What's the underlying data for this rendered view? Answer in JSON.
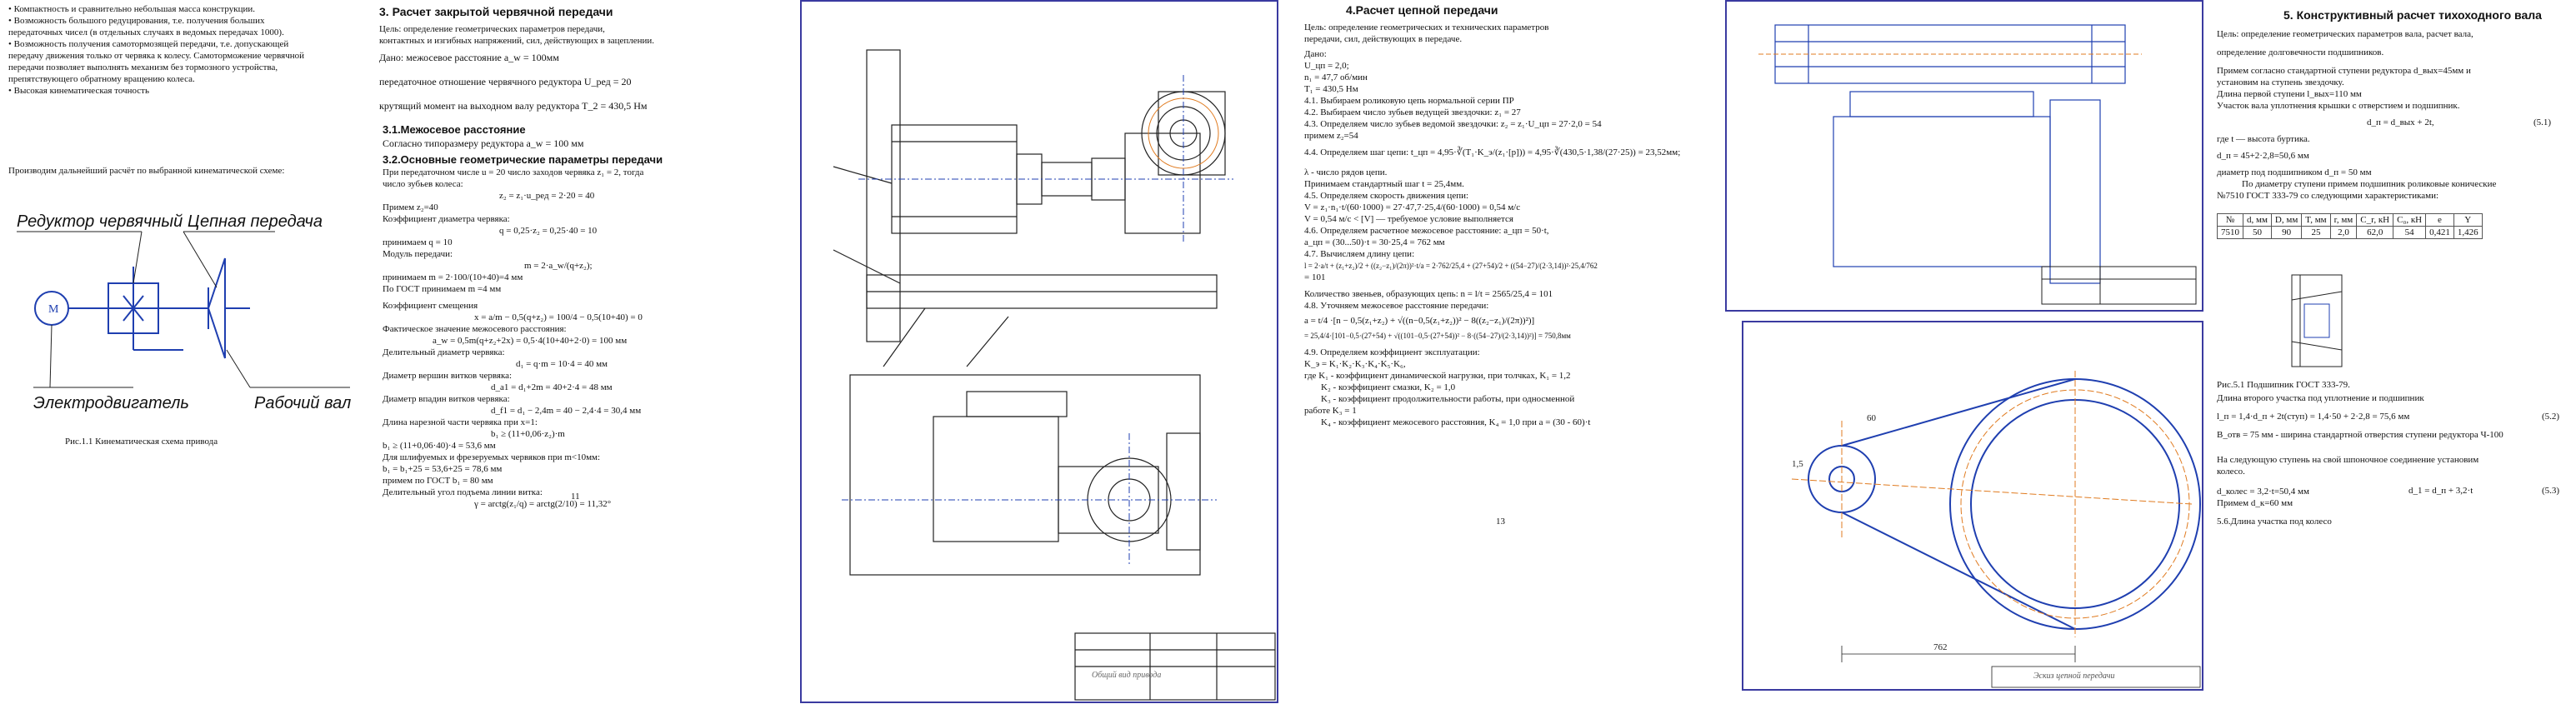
{
  "page1": {
    "bullets": [
      "• Компактность и сравнительно небольшая масса конструкции.",
      "• Возможность большого редуцирования, т.е. получения больших",
      "  передаточных чисел (в отдельных случаях в ведомых передачах 1000).",
      "• Возможность получения самотормозящей передачи, т.е. допускающей",
      "  передачу движения только от червяка к колесу. Самоторможение червячной",
      "  передачи позволяет выполнять механизм без тормозного устройства,",
      "  препятствующего обратному вращению колеса.",
      "• Высокая кинематическая точность"
    ],
    "intro": "Производим дальнейший расчёт по выбранной кинематической схеме:",
    "labels": {
      "reducer": "Редуктор червячный",
      "chain": "Цепная передача",
      "motor": "Электродвигатель",
      "shaft": "Рабочий вал",
      "m_symbol": "M"
    },
    "caption": "Рис.1.1 Кинематическая схема привода"
  },
  "page2": {
    "title": "3. Расчет закрытой червячной передачи",
    "goal": [
      "Цель: определение геометрических параметров передачи,",
      "контактных и изгибных напряжений, сил, действующих в зацеплении."
    ],
    "given": [
      "Дано: межосевое расстояние a_w = 100мм",
      "передаточное отношение червячного редуктора U_ред = 20",
      "крутящий момент на выходном валу редуктора T_2 = 430,5 Нм"
    ],
    "h31": "3.1.Межосевое расстояние",
    "h31_text": "Согласно типоразмеру редуктора a_w = 100 мм",
    "h32": "3.2.Основные геометрические параметры передачи",
    "lines": [
      "При передаточном числе u = 20 число заходов червяка z₁ = 2, тогда",
      "число зубьев колеса:",
      "z₂ = z₁·u_ред = 2·20 = 40",
      "Примем z₂=40",
      "Коэффициент диаметра червяка:",
      "q = 0,25·z₂ = 0,25·40 = 10",
      "принимаем q = 10",
      "Модуль передачи:",
      "m = 2·a_w/(q+z₂);",
      "принимаем m = 2·100/(10+40)=4 мм",
      "По ГОСТ принимаем m =4 мм",
      "Коэффициент смещения",
      "x = a/m − 0,5(q+z₂) = 100/4 − 0,5(10+40) = 0",
      "Фактическое значение межосевого расстояния:",
      "a_w = 0,5m(q+z₂+2x) = 0,5·4(10+40+2·0) = 100 мм",
      "Делительный диаметр червяка:",
      "d₁ = q·m = 10·4 = 40 мм",
      "Диаметр вершин витков червяка:",
      "d_a1 = d₁+2m = 40+2·4 = 48 мм",
      "Диаметр впадин витков червяка:",
      "d_f1 = d₁ − 2,4m = 40 − 2,4·4 = 30,4 мм",
      "Длина нарезной части червяка при x=1:",
      "b₁ ≥ (11+0,06·z₂)·m",
      "b₁ ≥ (11+0,06·40)·4 = 53,6 мм",
      "Для шлифуемых и фрезеруемых червяков при m<10мм:",
      "b₁ = b₁+25 = 53,6+25 = 78,6 мм",
      "примем по ГОСТ b₁ = 80 мм",
      "Делительный угол подъема линии витка:",
      "γ = arctg(z₁/q) = arctg(2/10) = 11,32°"
    ],
    "page_number": "11"
  },
  "page3": {
    "title_block": "Общий вид привода"
  },
  "page4": {
    "title": "4.Расчет цепной передачи",
    "goal": [
      "Цель: определение геометрических и технических параметров",
      "передачи, сил, действующих в передаче."
    ],
    "lines": [
      "Дано:",
      "U_цп = 2,0;",
      "n₁ = 47,7 об/мин",
      "T₁ = 430,5 Нм",
      "4.1. Выбираем роликовую цепь нормальной серии ПР",
      "4.2. Выбираем число зубьев ведущей звездочки: z₁ = 27",
      "4.3. Определяем число зубьев ведомой звездочки: z₂ = z₁·U_цп = 27·2,0 = 54",
      "примем z₂=54",
      "4.4. Определяем шаг цепи: t_цп = 4,95·∛(T₁·K_э/(z₁·[p])) = 4,95·∛(430,5·1,38/(27·25)) = 23,52мм;",
      "λ - число рядов цепи.",
      "Принимаем стандартный шаг t = 25,4мм.",
      "4.5. Определяем скорость движения цепи:",
      "V = z₁·n₁·t/(60·1000) = 27·47,7·25,4/(60·1000) = 0,54 м/с",
      "V = 0,54 м/с < [V] — требуемое условие выполняется",
      "4.6. Определяем расчетное межосевое расстояние: a_цп = 50·t,",
      "a_цп = (30...50)·t = 30·25,4 = 762 мм",
      "4.7. Вычисляем длину цепи:",
      "l = 2·a/t + (z₁+z₂)/2 + ((z₂−z₁)/(2π))²·t/a = 2·762/25,4 + (27+54)/2 + ((54−27)/(2·3,14))²·25,4/762",
      "= 101",
      "Количество звеньев, образующих цепь: n = l/t = 2565/25,4 = 101",
      "4.8. Уточняем межосевое расстояние передачи:",
      "a = t/4 ·[n − 0,5(z₁+z₂) + √((n−0,5(z₁+z₂))² − 8((z₂−z₁)/(2π))²)]",
      "= 25,4/4·[101−0,5·(27+54) + √((101−0,5·(27+54))² − 8·((54−27)/(2·3,14))²)] = 750,8мм",
      "4.9. Определяем коэффициент эксплуатации:",
      "K_э = K₁·K₂·K₃·K₄·K₅·K₆,",
      "где K₁ - коэффициент динамической нагрузки, при толчках, K₁ = 1,2",
      "K₂ - коэффициент смазки, K₂ = 1,0",
      "K₃ - коэффициент продолжительности работы, при односменной",
      "работе K₃ = 1",
      "K₄ - коэффициент межосевого расстояния, K₄ = 1,0 при a = (30 - 60)·t"
    ],
    "page_number": "13"
  },
  "page5": {
    "title_block": "Эскиз цепной передачи",
    "dims": [
      "1,5",
      "60",
      "762"
    ]
  },
  "page6": {
    "title": "5. Конструктивный расчет тихоходного вала",
    "lines": [
      "Цель: определение геометрических параметров вала, расчет вала,",
      "определение долговечности подшипников.",
      "Примем согласно стандартной ступени редуктора d_вых=45мм и",
      "установим на ступень звездочку.",
      "Длина первой ступени l_вых=110 мм",
      "Участок вала уплотнения крышки с отверстием и подшипник."
    ],
    "formula_1": "d_п = d_вых + 2t,",
    "formula_1_num": "(5.1)",
    "lines2": [
      "где t — высота буртика.",
      "d_п = 45+2·2,8=50,6 мм",
      "диаметр под подшипником   d_п = 50 мм",
      "По диаметру ступени примем подшипник роликовые конические",
      "№7510   ГОСТ 333-79 со следующими характеристиками:"
    ],
    "table": {
      "headers": [
        "№",
        "d, мм",
        "D, мм",
        "T, мм",
        "r, мм",
        "C_r, кН",
        "C₀, кН",
        "e",
        "Y"
      ],
      "rows": [
        [
          "7510",
          "50",
          "90",
          "25",
          "2,0",
          "62,0",
          "54",
          "0,421",
          "1,426"
        ]
      ]
    },
    "caption": "Рис.5.1 Подшипник ГОСТ 333-79.",
    "lines3": [
      "Длина второго участка под уплотнение и подшипник",
      "l_п = 1,4·d_п + 2t(ступ) = 1,4·50 + 2·2,8 = 75,6 мм",
      "B_отв = 75 мм - ширина стандартной отверстия ступени редуктора Ч-100",
      "На следующую ступень на свой шпоночное соединение установим",
      "колесо.",
      "d_колес = 3,2·t=50,4 мм",
      "Примем d_к=60 мм",
      "5.6.Длина участка под колесо"
    ],
    "formula_2_num": "(5.2)",
    "formula_3": "d_1 = d_п + 3,2·t",
    "formula_3_num": "(5.3)"
  },
  "colors": {
    "frame_blue": "#3a3aa0",
    "draw_blue": "#1f3fb0",
    "accent_orange": "#e07b20",
    "gray_line": "#555555"
  }
}
